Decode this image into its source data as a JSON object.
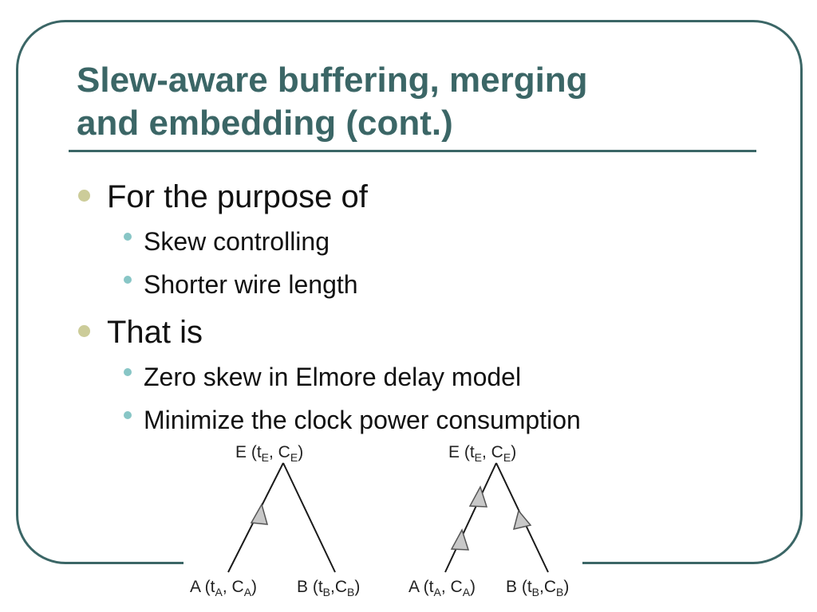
{
  "slide": {
    "title_line1": "Slew-aware buffering, merging",
    "title_line2": "and embedding (cont.)"
  },
  "bullets": [
    {
      "text": "For the purpose of",
      "children": [
        "Skew controlling",
        "Shorter wire length"
      ]
    },
    {
      "text": "That is",
      "children": [
        "Zero skew in Elmore delay model",
        "Minimize the clock power consumption"
      ]
    }
  ],
  "diagram": {
    "left_tree": {
      "root": {
        "name": "E (t",
        "s1": "E",
        "mid": ", C",
        "s2": "E",
        "end": ")"
      },
      "leaf_a": {
        "name": "A (t",
        "s1": "A",
        "mid": ", C",
        "s2": "A",
        "end": ")"
      },
      "leaf_b": {
        "name": "B (t",
        "s1": "B",
        "mid": ",C",
        "s2": "B",
        "end": ")"
      }
    },
    "right_tree": {
      "root": {
        "name": "E (t",
        "s1": "E",
        "mid": ", C",
        "s2": "E",
        "end": ")"
      },
      "leaf_a": {
        "name": "A (t",
        "s1": "A",
        "mid": ", C",
        "s2": "A",
        "end": ")"
      },
      "leaf_b": {
        "name": "B (t",
        "s1": "B",
        "mid": ",C",
        "s2": "B",
        "end": ")"
      }
    }
  },
  "colors": {
    "title": "#3b6666",
    "frame": "#3b6666",
    "bullet_level1": "#cccc99",
    "bullet_level2": "#88c6c6",
    "buffer_fill": "#c8c8c8"
  },
  "icons": {
    "buffer": "triangle-buffer-icon"
  }
}
